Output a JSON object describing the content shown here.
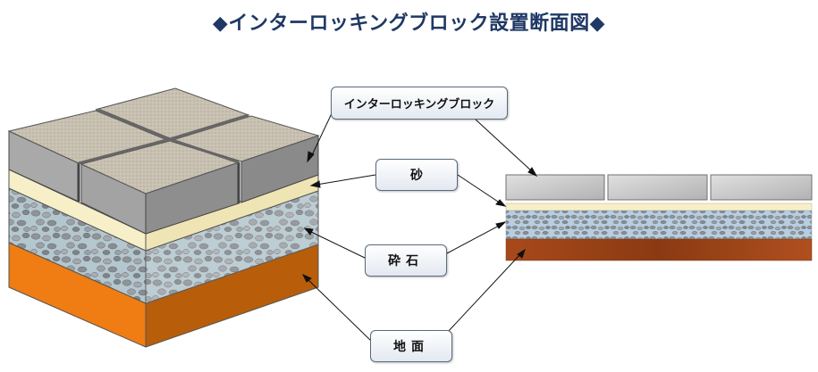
{
  "title": "◆インターロッキングブロック設置断面図◆",
  "labels": {
    "block": "インターロッキングブロック",
    "sand": "砂",
    "gravel": "砕石",
    "ground": "地面"
  },
  "colors": {
    "title": "#1f3864",
    "block_top": "#c9c1b1",
    "block_front": "#a6a6a6",
    "sand": "#f7efc8",
    "gravel": "#b3c4cc",
    "ground_front": "#ef7d13",
    "ground_side": "#b85e0a",
    "section_ground": "#a8491c"
  }
}
